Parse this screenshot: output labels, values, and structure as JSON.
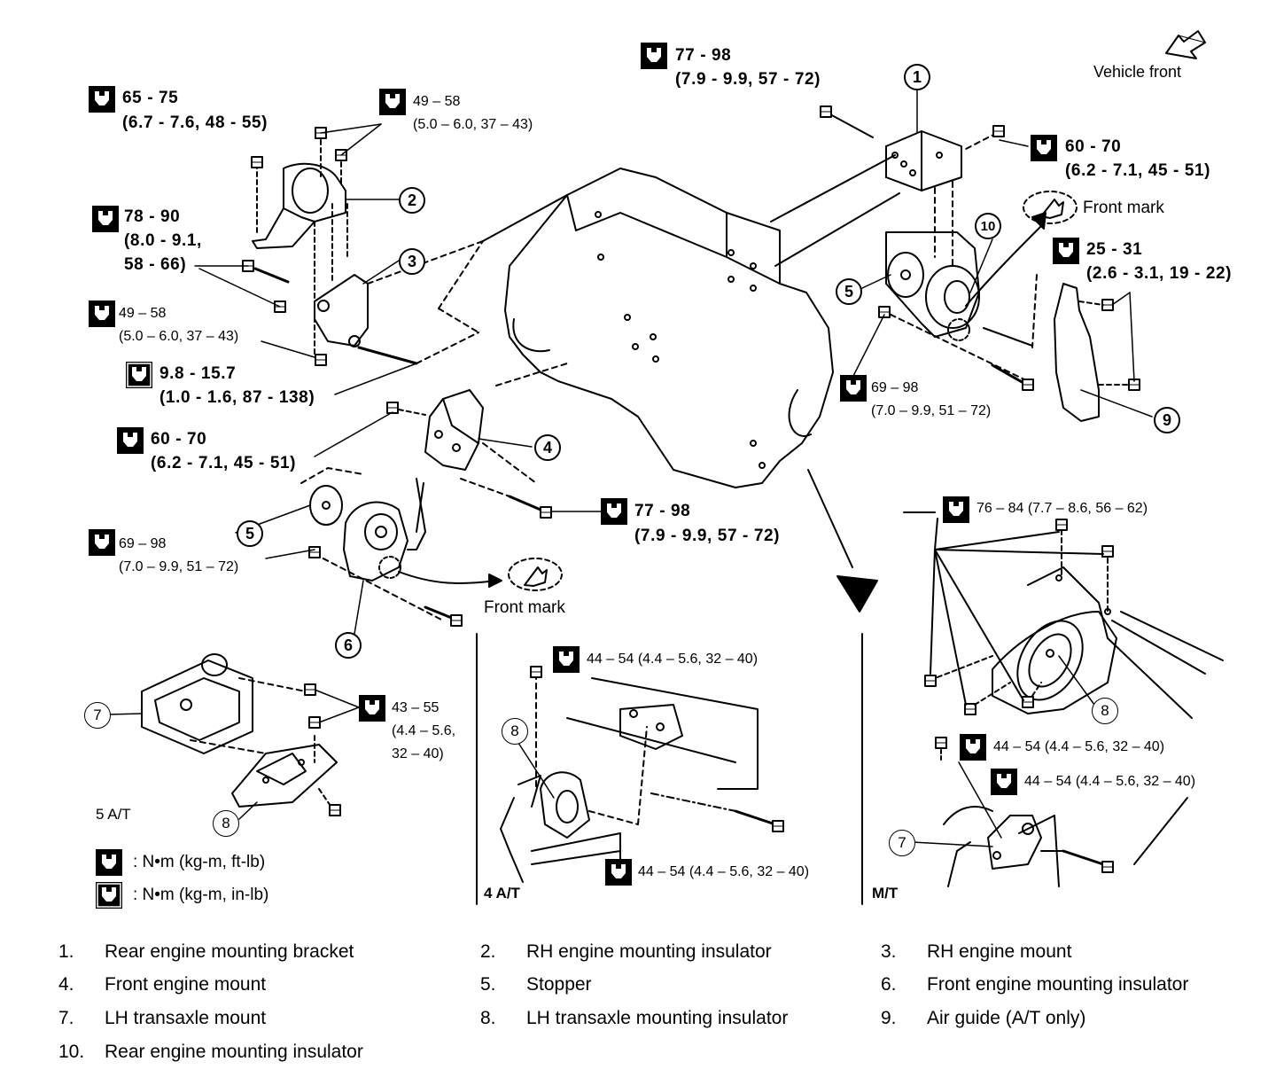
{
  "direction": {
    "label": "Vehicle front"
  },
  "front_mark_label": "Front mark",
  "torques": [
    {
      "id": "t-65-75",
      "value": "65 - 75",
      "sub": "(6.7 - 7.6, 48 - 55)"
    },
    {
      "id": "t-49-58-top",
      "value": "49 – 58",
      "sub": "(5.0 – 6.0, 37 – 43)"
    },
    {
      "id": "t-78-90",
      "value": "78 - 90",
      "sub": "(8.0 - 9.1,",
      "sub2": "58 - 66)"
    },
    {
      "id": "t-49-58-mid",
      "value": "49 – 58",
      "sub": "(5.0 – 6.0, 37 – 43)"
    },
    {
      "id": "t-9.8-15.7",
      "value": "9.8 - 15.7",
      "sub": "(1.0 - 1.6, 87 - 138)"
    },
    {
      "id": "t-60-70-left",
      "value": "60 - 70",
      "sub": "(6.2 - 7.1, 45 - 51)"
    },
    {
      "id": "t-69-98-left",
      "value": "69 – 98",
      "sub": "(7.0 – 9.9, 51 – 72)"
    },
    {
      "id": "t-77-98-mid",
      "value": "77 - 98",
      "sub": "(7.9 - 9.9, 57 - 72)"
    },
    {
      "id": "t-77-98-top",
      "value": "77 - 98",
      "sub": "(7.9 - 9.9, 57 - 72)"
    },
    {
      "id": "t-60-70-right",
      "value": "60 - 70",
      "sub": "(6.2 - 7.1, 45 - 51)"
    },
    {
      "id": "t-25-31",
      "value": "25 - 31",
      "sub": "(2.6 - 3.1, 19 - 22)"
    },
    {
      "id": "t-69-98-right",
      "value": "69 – 98",
      "sub": "(7.0 – 9.9, 51 – 72)"
    },
    {
      "id": "t-76-84",
      "value": "76 – 84 (7.7 – 8.6, 56 – 62)"
    },
    {
      "id": "t-43-55",
      "value": "43 – 55",
      "sub": "(4.4 – 5.6,",
      "sub2": "32 – 40)"
    },
    {
      "id": "t-44-54-a",
      "value": "44 – 54 (4.4 – 5.6, 32 – 40)"
    },
    {
      "id": "t-44-54-b",
      "value": "44 – 54 (4.4 – 5.6, 32 – 40)"
    },
    {
      "id": "t-44-54-c",
      "value": "44 – 54 (4.4 – 5.6, 32 – 40)"
    },
    {
      "id": "t-44-54-d",
      "value": "44 – 54 (4.4 – 5.6, 32 – 40)"
    }
  ],
  "callouts": [
    "1",
    "2",
    "3",
    "4",
    "5",
    "6",
    "7",
    "8",
    "9",
    "10"
  ],
  "sections": {
    "five_at": "5 A/T",
    "four_at": "4 A/T",
    "mt": "M/T"
  },
  "legend": [
    {
      "text": ": N•m  (kg-m,  ft-lb)"
    },
    {
      "text": ": N•m  (kg-m,  in-lb)"
    }
  ],
  "parts": [
    {
      "num": "1.",
      "name": "Rear engine mounting bracket"
    },
    {
      "num": "2.",
      "name": "RH engine mounting insulator"
    },
    {
      "num": "3.",
      "name": "RH engine mount"
    },
    {
      "num": "4.",
      "name": "Front engine mount"
    },
    {
      "num": "5.",
      "name": "Stopper"
    },
    {
      "num": "6.",
      "name": "Front engine mounting insulator"
    },
    {
      "num": "7.",
      "name": "LH transaxle mount"
    },
    {
      "num": "8.",
      "name": "LH transaxle mounting insulator"
    },
    {
      "num": "9.",
      "name": "Air guide (A/T only)"
    },
    {
      "num": "10.",
      "name": "Rear engine mounting insulator"
    }
  ]
}
